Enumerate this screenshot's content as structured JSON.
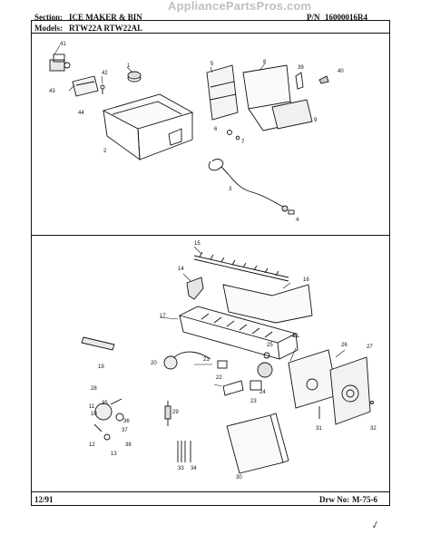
{
  "watermark": "AppliancePartsPros.com",
  "header": {
    "section_label": "Section:",
    "section_value": "ICE MAKER & BIN",
    "pn_label": "P/N",
    "pn_value": "16000016R4",
    "models_label": "Models:",
    "models_value": "RTW22A  RTW22AL"
  },
  "footer": {
    "date": "12/91",
    "drw_label": "Drw No:",
    "drw_value": "M-75-6"
  },
  "callouts_top": [
    "41",
    "42",
    "43",
    "44",
    "1",
    "2",
    "5",
    "8",
    "39",
    "40",
    "9",
    "6",
    "7",
    "3",
    "4"
  ],
  "callouts_bottom": [
    "15",
    "14",
    "16",
    "17",
    "18",
    "19",
    "20",
    "21",
    "22",
    "23",
    "24",
    "25",
    "26",
    "27",
    "28",
    "29",
    "30",
    "31",
    "32",
    "33",
    "34",
    "35",
    "36",
    "37",
    "38",
    "10",
    "11",
    "12",
    "13"
  ],
  "signature_mark": "✓"
}
